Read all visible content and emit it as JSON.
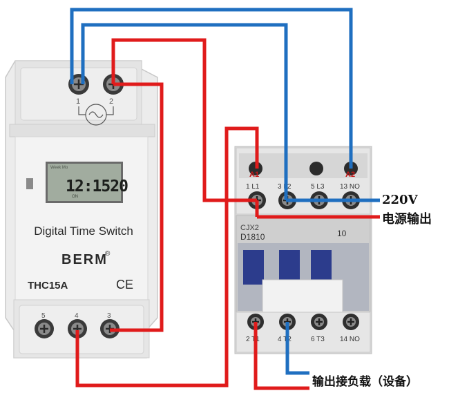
{
  "timer": {
    "terminal_top_1": "1",
    "terminal_top_2": "2",
    "lcd_top_left": "Week Mo",
    "lcd_time": "12:1520",
    "lcd_on": "ON",
    "title": "Digital Time Switch",
    "brand": "BERM",
    "brand_mark": "®",
    "model": "THC15A",
    "ce_mark": "CE",
    "terminal_bottom_5": "5",
    "terminal_bottom_4": "4",
    "terminal_bottom_3": "3"
  },
  "contactor": {
    "top_labels": [
      "A1",
      "A2"
    ],
    "top_terminals": [
      "1 L1",
      "3 L2",
      "5 L3",
      "13 NO"
    ],
    "model_line1": "CJX2",
    "model_line2": "D1810",
    "model_right": "10",
    "bottom_terminals": [
      "2 T1",
      "4 T2",
      "6 T3",
      "14 NO"
    ]
  },
  "annotations": {
    "voltage": "220V",
    "power_output": "电源输出",
    "load_output": "输出接负载（设备）"
  },
  "colors": {
    "wire_blue": "#1f6fc0",
    "wire_red": "#e01b1b",
    "device_body": "#ececec",
    "lcd_green": "#9aa89a"
  }
}
